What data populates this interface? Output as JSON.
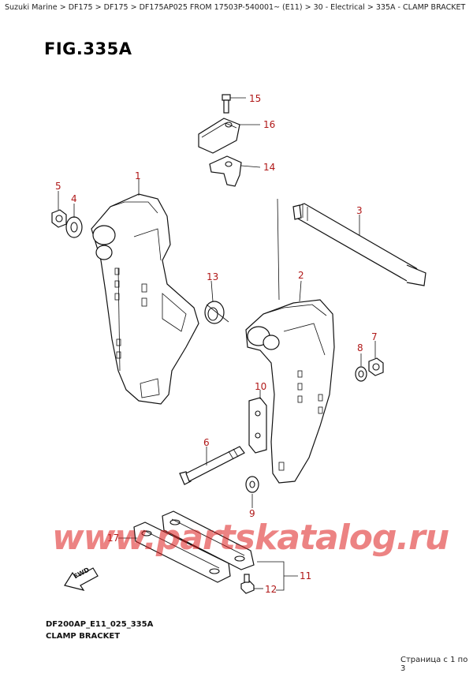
{
  "breadcrumb": {
    "items": [
      "Suzuki Marine",
      "DF175",
      "DF175",
      "DF175AP025 FROM 17503P-540001~ (E11)",
      "30 - Electrical",
      "335A - CLAMP BRACKET"
    ],
    "separator": ">"
  },
  "figure": {
    "title": "FIG.335A",
    "code": "DF200AP_E11_025_335A",
    "caption": "CLAMP BRACKET"
  },
  "callouts": {
    "c1": "1",
    "c2": "2",
    "c3": "3",
    "c4": "4",
    "c5": "5",
    "c6": "6",
    "c7": "7",
    "c8": "8",
    "c9": "9",
    "c10": "10",
    "c11": "11",
    "c12": "12",
    "c13": "13",
    "c14": "14",
    "c15": "15",
    "c16": "16",
    "c17": "17"
  },
  "fwd_label": "FWD",
  "watermark": "www.partskatalog.ru",
  "pager": "Страница с 1 по 3",
  "colors": {
    "callout": "#b01818",
    "watermark": "#dc1e1e",
    "ink": "#111111"
  }
}
